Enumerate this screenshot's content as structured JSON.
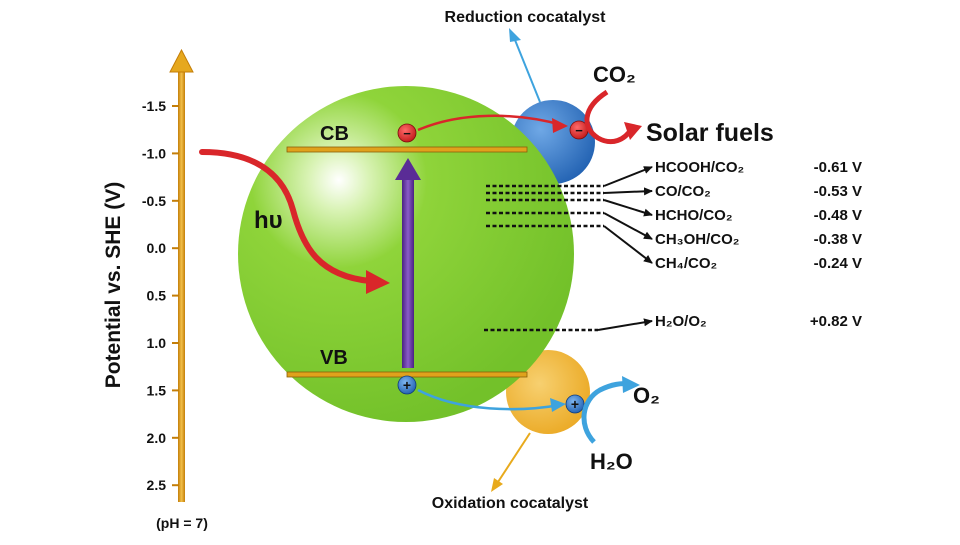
{
  "axis": {
    "title": "Potential vs. SHE (V)",
    "footnote": "(pH = 7)",
    "ticks": [
      "-1.5",
      "-1.0",
      "-0.5",
      "0.0",
      "0.5",
      "1.0",
      "1.5",
      "2.0",
      "2.5"
    ]
  },
  "bands": {
    "cb": "CB",
    "vb": "VB"
  },
  "light_label": "hυ",
  "charges": {
    "electron": "−",
    "hole": "+"
  },
  "reduction": {
    "cocatalyst_label": "Reduction cocatalyst",
    "reactant": "CO₂",
    "product": "Solar fuels"
  },
  "oxidation": {
    "cocatalyst_label": "Oxidation cocatalyst",
    "reactant": "H₂O",
    "product": "O₂"
  },
  "couples": [
    {
      "label": "HCOOH/CO₂",
      "potential": "-0.61 V"
    },
    {
      "label": "CO/CO₂",
      "potential": "-0.53 V"
    },
    {
      "label": "HCHO/CO₂",
      "potential": "-0.48 V"
    },
    {
      "label": "CH₃OH/CO₂",
      "potential": "-0.38 V"
    },
    {
      "label": "CH₄/CO₂",
      "potential": "-0.24 V"
    },
    {
      "label": "H₂O/O₂",
      "potential": "+0.82 V"
    }
  ],
  "colors": {
    "axis": "#e0a21c",
    "particle": "#7ecb2c",
    "band": "#e0a21c",
    "excitation_arrow": "#6b3aa0",
    "red_arrow": "#d9262a",
    "reduction_cocatalyst": "#2c6fc0",
    "oxidation_cocatalyst": "#f0b020",
    "cyan_arrow": "#3ea3de",
    "text": "#111111"
  }
}
